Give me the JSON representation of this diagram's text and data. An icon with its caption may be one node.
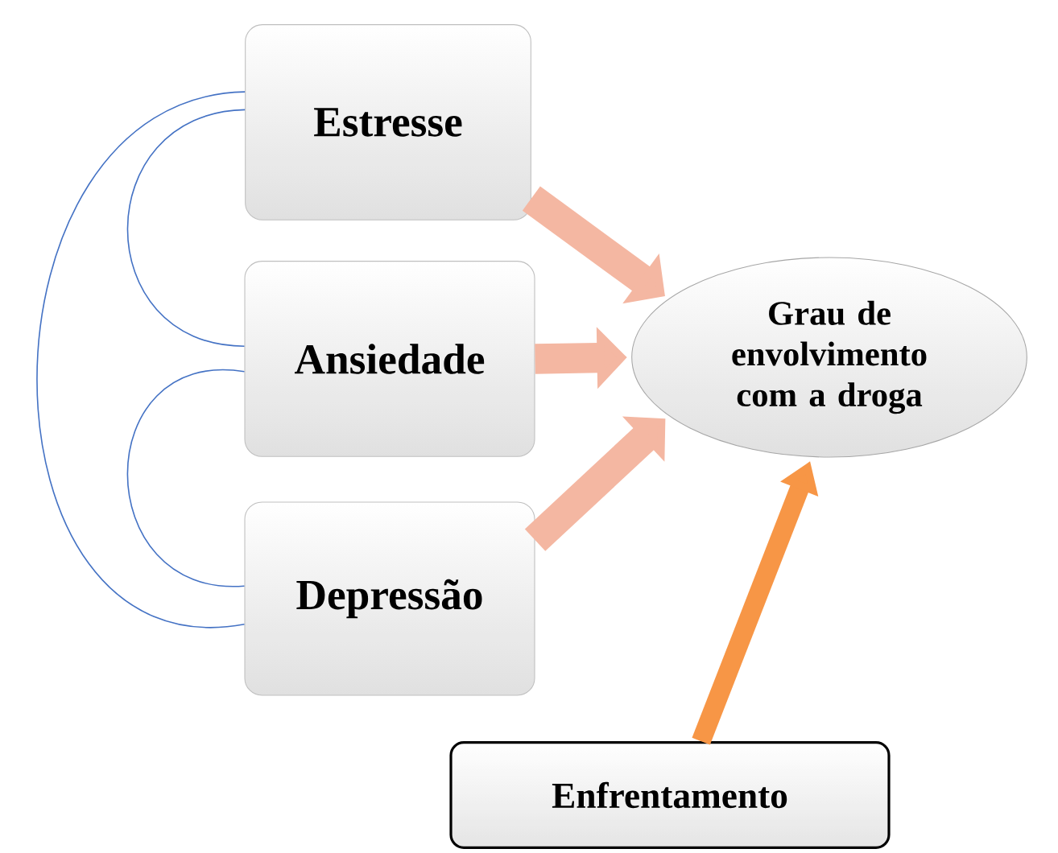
{
  "diagram": {
    "nodes": [
      {
        "text": [
          "Estresse"
        ]
      },
      {
        "text": [
          "Ansiedade"
        ]
      },
      {
        "text": [
          "Depressão"
        ]
      },
      {
        "text": [
          "Grau de envolvimento com a droga"
        ]
      },
      {
        "text": [
          "Enfrentamento"
        ]
      }
    ],
    "edges": [
      {
        "from": 0,
        "to": 3,
        "arrow": "to"
      },
      {
        "from": 1,
        "to": 3,
        "arrow": "to"
      },
      {
        "from": 2,
        "to": 3,
        "arrow": "to"
      },
      {
        "from": 4,
        "to": 3,
        "arrow": "to",
        "color": "#f79646"
      },
      {
        "from": 0,
        "to": 1,
        "arrow": "none",
        "color": "#4472c4"
      },
      {
        "from": 1,
        "to": 2,
        "arrow": "none",
        "color": "#4472c4"
      },
      {
        "from": 0,
        "to": 2,
        "arrow": "none",
        "color": "#4472c4"
      }
    ]
  }
}
